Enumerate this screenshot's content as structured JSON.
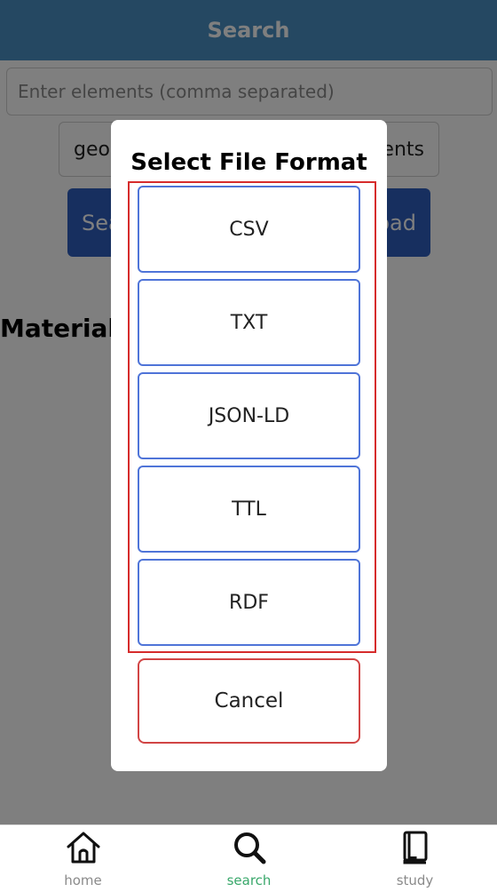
{
  "header": {
    "title": "Search"
  },
  "search": {
    "placeholder": "Enter elements (comma separated)"
  },
  "filter": {
    "left_text": "geo",
    "right_text": "ents"
  },
  "buttons": {
    "search_label": "Sea",
    "download_label": "oad"
  },
  "results": {
    "title": "Material"
  },
  "modal": {
    "title": "Select File Format",
    "formats": [
      "CSV",
      "TXT",
      "JSON-LD",
      "TTL",
      "RDF"
    ],
    "cancel_label": "Cancel"
  },
  "tabbar": {
    "items": [
      {
        "label": "home",
        "icon": "home-icon",
        "active": false
      },
      {
        "label": "search",
        "icon": "search-icon",
        "active": true
      },
      {
        "label": "study",
        "icon": "book-icon",
        "active": false
      }
    ]
  },
  "colors": {
    "header_bg": "#4a90c4",
    "primary_button": "#2f5fbf",
    "format_border": "#4f74d8",
    "group_border": "#d62c2c",
    "cancel_border": "#d14545",
    "tab_active": "#3aa86b",
    "tab_inactive": "#8a8a8a"
  }
}
